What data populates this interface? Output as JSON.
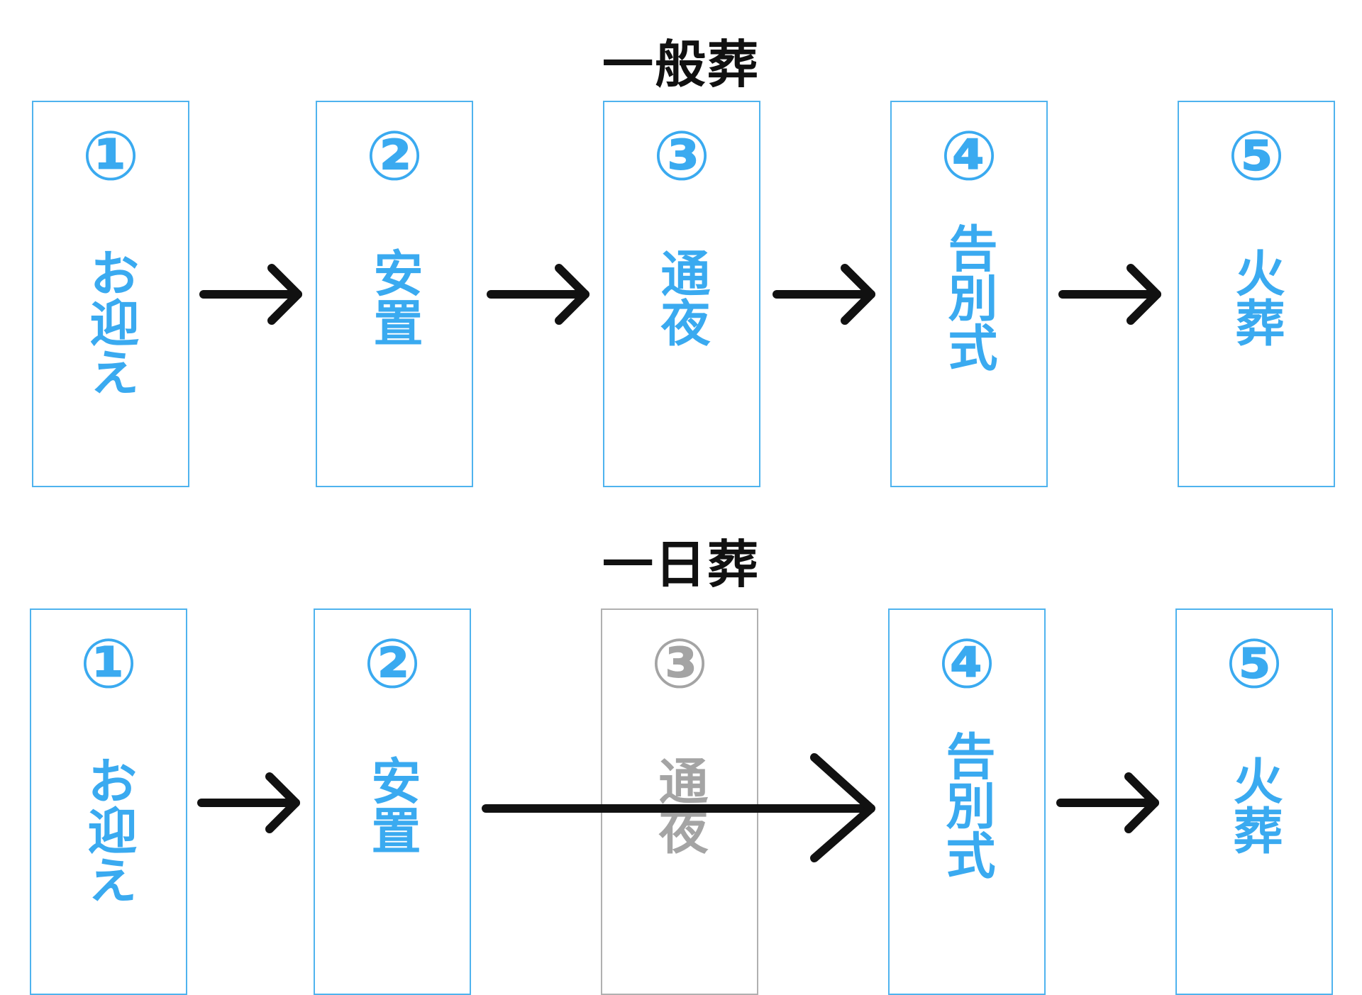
{
  "colors": {
    "accent": "#3aaaf0",
    "box_border": "#4fb3ee",
    "disabled": "#a4a4a4",
    "arrow": "#111111"
  },
  "ippan": {
    "title": "一般葬",
    "steps": [
      {
        "num": "①",
        "label": "お迎え"
      },
      {
        "num": "②",
        "label": "安置"
      },
      {
        "num": "③",
        "label": "通夜"
      },
      {
        "num": "④",
        "label": "告別式"
      },
      {
        "num": "⑤",
        "label": "火葬"
      }
    ]
  },
  "ichinichi": {
    "title": "一日葬",
    "steps": [
      {
        "num": "①",
        "label": "お迎え"
      },
      {
        "num": "②",
        "label": "安置"
      },
      {
        "num": "③",
        "label": "通夜",
        "skipped": true
      },
      {
        "num": "④",
        "label": "告別式"
      },
      {
        "num": "⑤",
        "label": "火葬"
      }
    ]
  }
}
